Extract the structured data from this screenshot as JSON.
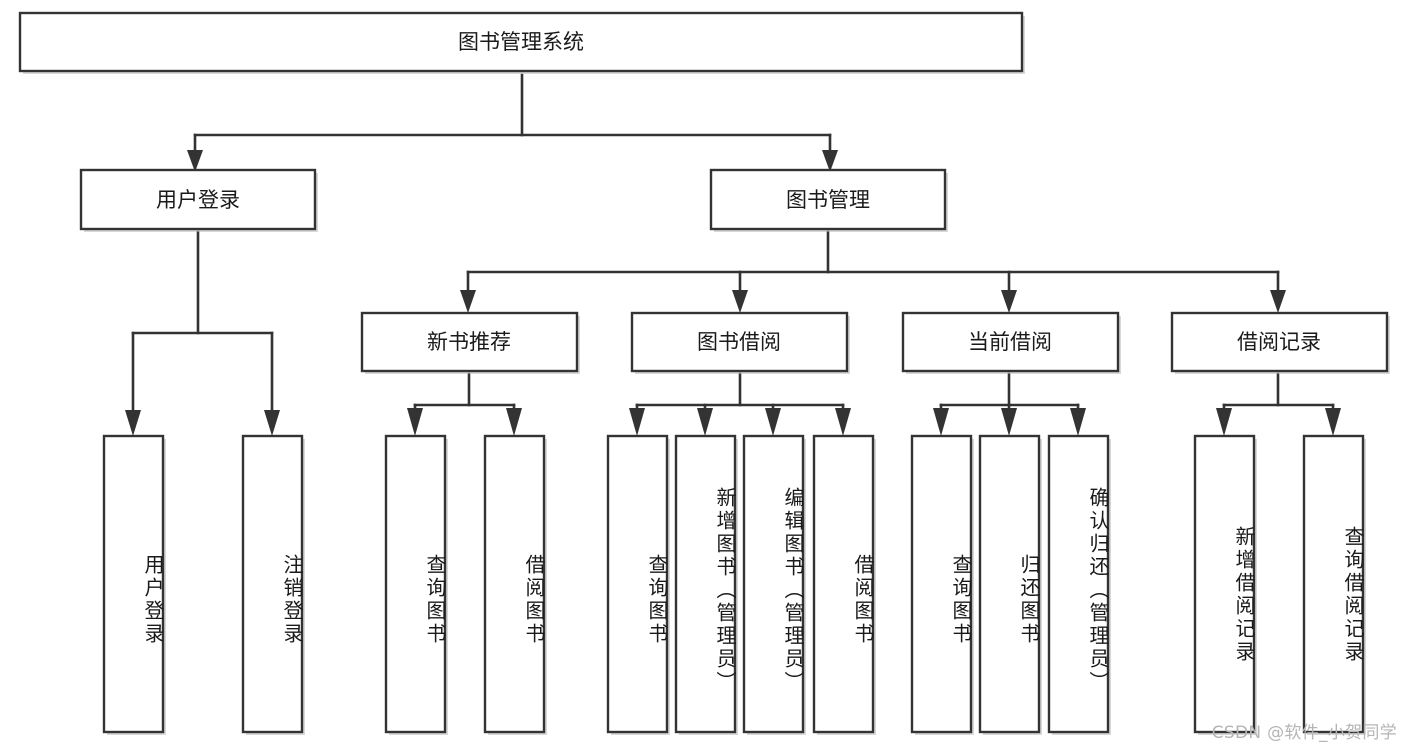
{
  "diagram": {
    "title": "图书管理系统",
    "type": "tree-hierarchy-diagram",
    "root": {
      "id": "root",
      "label": "图书管理系统"
    },
    "level2": [
      {
        "id": "user-login",
        "label": "用户登录"
      },
      {
        "id": "book-management",
        "label": "图书管理"
      }
    ],
    "level3": [
      {
        "id": "new-book-recommend",
        "label": "新书推荐",
        "parent": "book-management"
      },
      {
        "id": "book-borrow",
        "label": "图书借阅",
        "parent": "book-management"
      },
      {
        "id": "current-borrow",
        "label": "当前借阅",
        "parent": "book-management"
      },
      {
        "id": "borrow-record",
        "label": "借阅记录",
        "parent": "book-management"
      }
    ],
    "leaves": [
      {
        "id": "leaf-user-login",
        "label": "用户登录",
        "parent": "user-login"
      },
      {
        "id": "leaf-user-logout",
        "label": "注销登录",
        "parent": "user-login"
      },
      {
        "id": "leaf-query-book-1",
        "label": "查询图书",
        "parent": "new-book-recommend"
      },
      {
        "id": "leaf-borrow-book-1",
        "label": "借阅图书",
        "parent": "new-book-recommend"
      },
      {
        "id": "leaf-query-book-2",
        "label": "查询图书",
        "parent": "book-borrow"
      },
      {
        "id": "leaf-add-book",
        "label": "新增图书（管理员）",
        "parent": "book-borrow"
      },
      {
        "id": "leaf-edit-book",
        "label": "编辑图书（管理员）",
        "parent": "book-borrow"
      },
      {
        "id": "leaf-borrow-book-2",
        "label": "借阅图书",
        "parent": "book-borrow"
      },
      {
        "id": "leaf-query-book-3",
        "label": "查询图书",
        "parent": "current-borrow"
      },
      {
        "id": "leaf-return-book",
        "label": "归还图书",
        "parent": "current-borrow"
      },
      {
        "id": "leaf-confirm-return",
        "label": "确认归还（管理员）",
        "parent": "current-borrow"
      },
      {
        "id": "leaf-add-record",
        "label": "新增借阅记录",
        "parent": "borrow-record"
      },
      {
        "id": "leaf-query-record",
        "label": "查询借阅记录",
        "parent": "borrow-record"
      }
    ]
  },
  "watermark": {
    "text": "CSDN @软件_小贺同学"
  },
  "colors": {
    "box_border": "#333333",
    "box_fill": "#ffffff",
    "connector": "#333333",
    "text": "#1a1a1a",
    "watermark": "#b5b5b5",
    "background": "#ffffff"
  }
}
